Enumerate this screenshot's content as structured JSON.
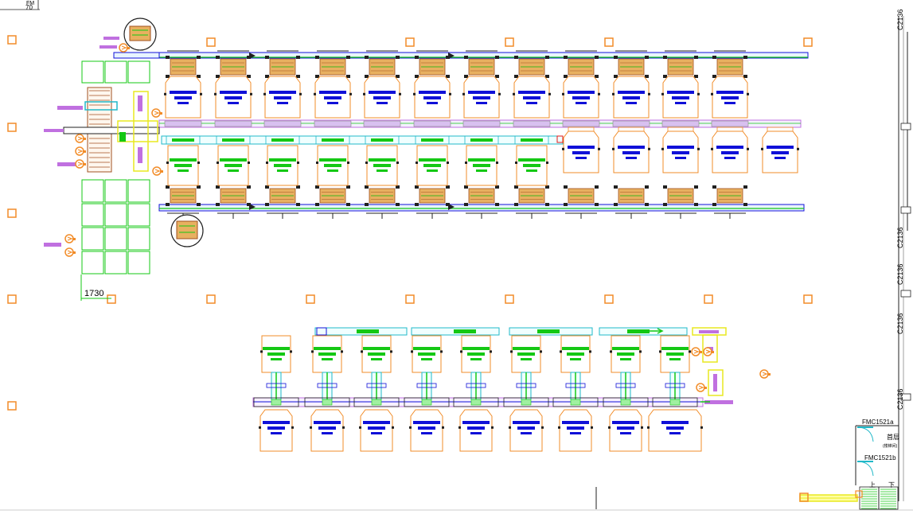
{
  "title_block": {
    "line1": "FM",
    "line2": "70"
  },
  "dimension": {
    "value": "1730"
  },
  "axis_labels": [
    "C2136",
    "C2136",
    "C2136",
    "C2136"
  ],
  "doors": {
    "upper": "FMC1521a",
    "lower": "FMC1521b"
  },
  "room": {
    "name": "首层",
    "note": "(楼梯间)"
  },
  "stairs": {
    "up": "上",
    "down": "下"
  },
  "colors": {
    "frame": "#f28c28",
    "blue": "#1010d8",
    "green": "#14c814",
    "purple": "#c070e0",
    "cyan": "#20b8c8",
    "brown": "#a05020",
    "dark": "#202020",
    "yellow": "#e8e820",
    "red": "#e01818",
    "gray": "#888888"
  },
  "icons": [
    "column-marker-icon",
    "operator-seat-icon",
    "forklift-icon",
    "conveyor-arrow-icon",
    "magnifier-detail-icon"
  ]
}
